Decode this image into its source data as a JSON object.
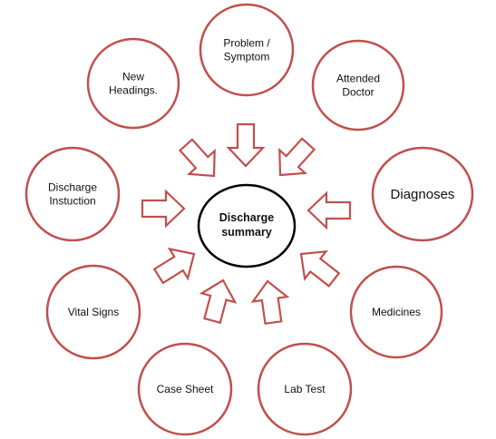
{
  "colors": {
    "node_stroke": "#c0504d",
    "arrow_stroke": "#c0504d",
    "center_stroke": "#000000",
    "fill": "#ffffff"
  },
  "center": {
    "lines": [
      "Discharge",
      "summary"
    ]
  },
  "nodes": [
    {
      "id": "problem-symptom",
      "lines": [
        "Problem /",
        "Symptom"
      ]
    },
    {
      "id": "attended-doctor",
      "lines": [
        "Attended",
        "Doctor"
      ]
    },
    {
      "id": "diagnoses",
      "lines": [
        "Diagnoses"
      ]
    },
    {
      "id": "medicines",
      "lines": [
        "Medicines"
      ]
    },
    {
      "id": "lab-test",
      "lines": [
        "Lab Test"
      ]
    },
    {
      "id": "case-sheet",
      "lines": [
        "Case Sheet"
      ]
    },
    {
      "id": "vital-signs",
      "lines": [
        "Vital Signs"
      ]
    },
    {
      "id": "discharge-instruction",
      "lines": [
        "Discharge",
        "Instuction"
      ]
    },
    {
      "id": "new-headings",
      "lines": [
        "New",
        "Headings."
      ]
    }
  ]
}
